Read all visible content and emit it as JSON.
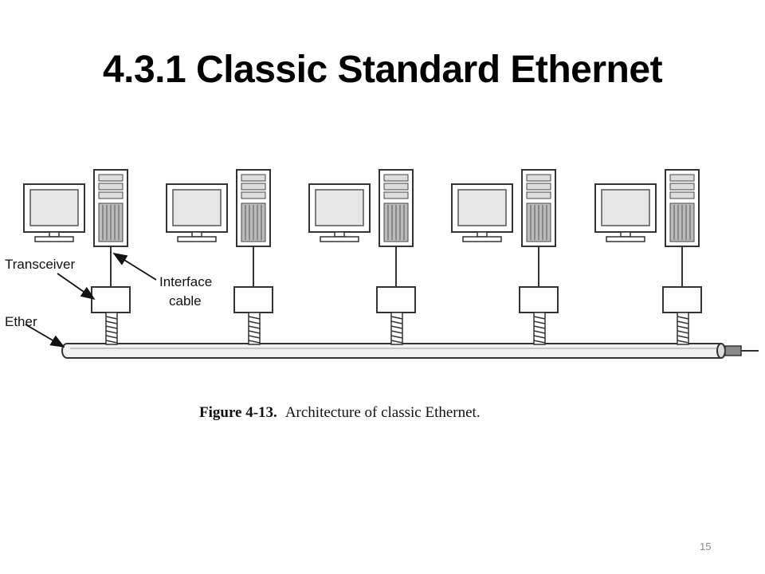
{
  "slide": {
    "title": "4.3.1 Classic Standard Ethernet",
    "page_number": "15"
  },
  "figure": {
    "caption_number": "Figure 4-13.",
    "caption_text": "Architecture of classic Ethernet.",
    "labels": {
      "transceiver": "Transceiver",
      "interface_line1": "Interface",
      "interface_line2": "cable",
      "ether": "Ether"
    },
    "stations": [
      "station-1",
      "station-2",
      "station-3",
      "station-4",
      "station-5"
    ]
  },
  "colors": {
    "line": "#333333",
    "screen": "#e6e6e6",
    "cable_fill": "#f2f2f2"
  }
}
